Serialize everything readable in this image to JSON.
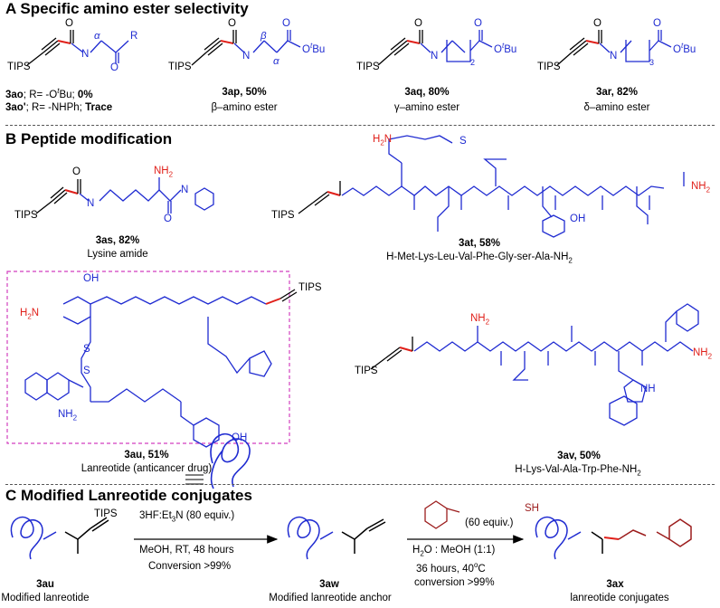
{
  "sections": {
    "a_title": "A  Specific amino ester selectivity",
    "b_title": "B  Peptide modification",
    "c_title": "C  Modified Lanreotide conjugates"
  },
  "section_a": {
    "ao_line1_id": "3ao",
    "ao_line1_rest": "; R= -O",
    "ao_line1_sup": "t",
    "ao_line1_bu": "Bu; ",
    "ao_line1_yield": "0%",
    "ao_line2_id": "3ao'",
    "ao_line2_rest": "; R= -NHPh; ",
    "ao_line2_yield": "Trace",
    "ap_id": "3ap, 50%",
    "ap_desc": "β–amino ester",
    "aq_id": "3aq, 80%",
    "aq_desc": "γ–amino ester",
    "ar_id": "3ar, 82%",
    "ar_desc": "δ–amino ester",
    "tips": "TIPS",
    "alpha": "α",
    "beta": "β",
    "R": "R",
    "otbu_o": "O",
    "otbu_t": "t",
    "otbu_bu": "Bu",
    "sub2": "2",
    "sub3": "3"
  },
  "section_b": {
    "as_id": "3as, 82%",
    "as_desc": "Lysine amide",
    "at_id": "3at, 58%",
    "at_desc": "H-Met-Lys-Leu-Val-Phe-Gly-ser-Ala-NH",
    "at_desc_sub": "2",
    "au_id": "3au, 51%",
    "au_desc": "Lanreotide (anticancer drug)",
    "av_id": "3av, 50%",
    "av_desc": "H-Lys-Val-Ala-Trp-Phe-NH",
    "av_desc_sub": "2",
    "nh2": "NH",
    "oh": "OH",
    "h2n": "H",
    "nh": "NH",
    "n": "N",
    "s": "S",
    "equiv": "≡"
  },
  "section_c": {
    "au_label_id": "3au",
    "au_label_desc": "Modified lanreotide",
    "aw_label_id": "3aw",
    "aw_label_desc": "Modified lanreotide anchor",
    "ax_label_id": "3ax",
    "ax_label_desc": "lanreotide conjugates",
    "step1_reagent": "3HF:Et",
    "step1_reagent_sub": "3",
    "step1_reagent_rest": "N (80 equiv.)",
    "step1_cond": "MeOH, RT, 48 hours",
    "step1_conv": "Conversion >99%",
    "step2_reagent": "(60 equiv.)",
    "step2_solvent_a": "H",
    "step2_solvent_sub": "2",
    "step2_solvent_b": "O : MeOH (1:1)",
    "step2_time": "36 hours, 40",
    "step2_deg": "o",
    "step2_c": "C",
    "step2_conv": "conversion >99%",
    "sh": "SH"
  },
  "colors": {
    "blue": "#1f2bd1",
    "red": "#e0201a",
    "magenta_box": "#d23fbf",
    "conjugate_red": "#9c1d1d"
  }
}
